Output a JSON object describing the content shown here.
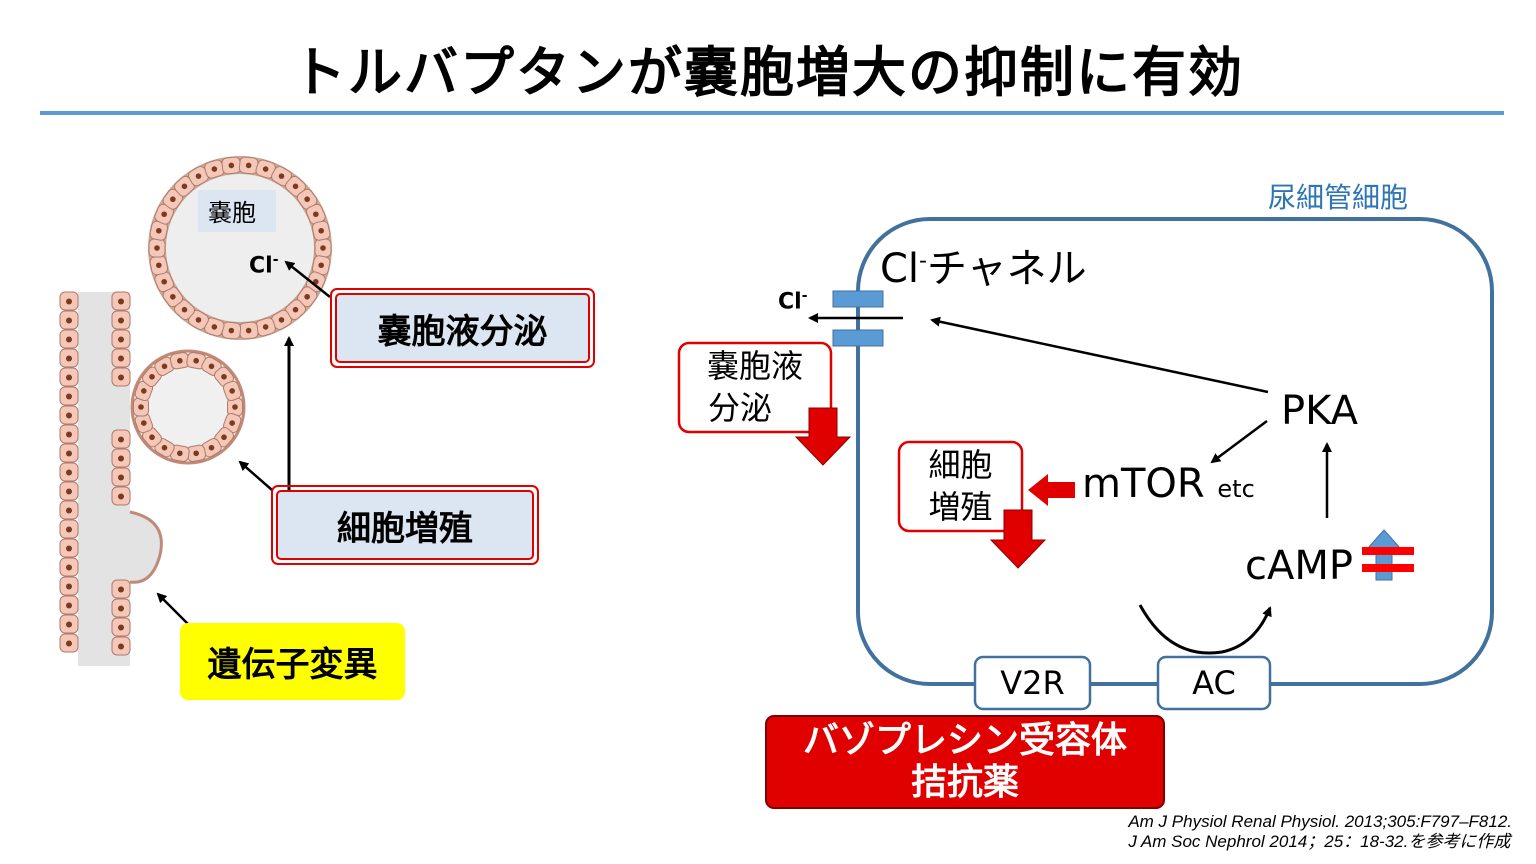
{
  "title": "トルバプタンが嚢胞増大の抑制に有効",
  "left": {
    "cyst_label": "嚢胞",
    "cl_ion": "Cl",
    "cl_sup": "-",
    "secretion_label": "嚢胞液分泌",
    "proliferation_label": "細胞増殖",
    "mutation_label": "遺伝子変異"
  },
  "right": {
    "cell_label": "尿細管細胞",
    "channel_label": "Cl",
    "channel_sup": "-",
    "channel_suffix": "チャネル",
    "cl_ion": "Cl",
    "cl_sup": "-",
    "secretion_line1": "嚢胞液",
    "secretion_line2": "分泌",
    "prolif_line1": "細胞",
    "prolif_line2": "増殖",
    "mtor": "mTOR",
    "mtor_etc": "etc",
    "pka": "PKA",
    "camp": "cAMP",
    "v2r": "V2R",
    "ac": "AC",
    "drug_line1": "バゾプレシン受容体",
    "drug_line2": "拮抗薬"
  },
  "citation": {
    "line1": "Am J Physiol Renal Physiol. 2013;305:F797–F812.",
    "line2": "J Am Soc Nephrol 2014；25：18-32.を参考に作成"
  },
  "colors": {
    "accent_blue": "#5b9bd5",
    "cell_outline": "#41719c",
    "red": "#e00000",
    "yellow": "#ffff00",
    "pale_blue_box": "#dce6f2",
    "cell_fill": "#f4c7b8",
    "nucleus": "#7a3b1e"
  }
}
